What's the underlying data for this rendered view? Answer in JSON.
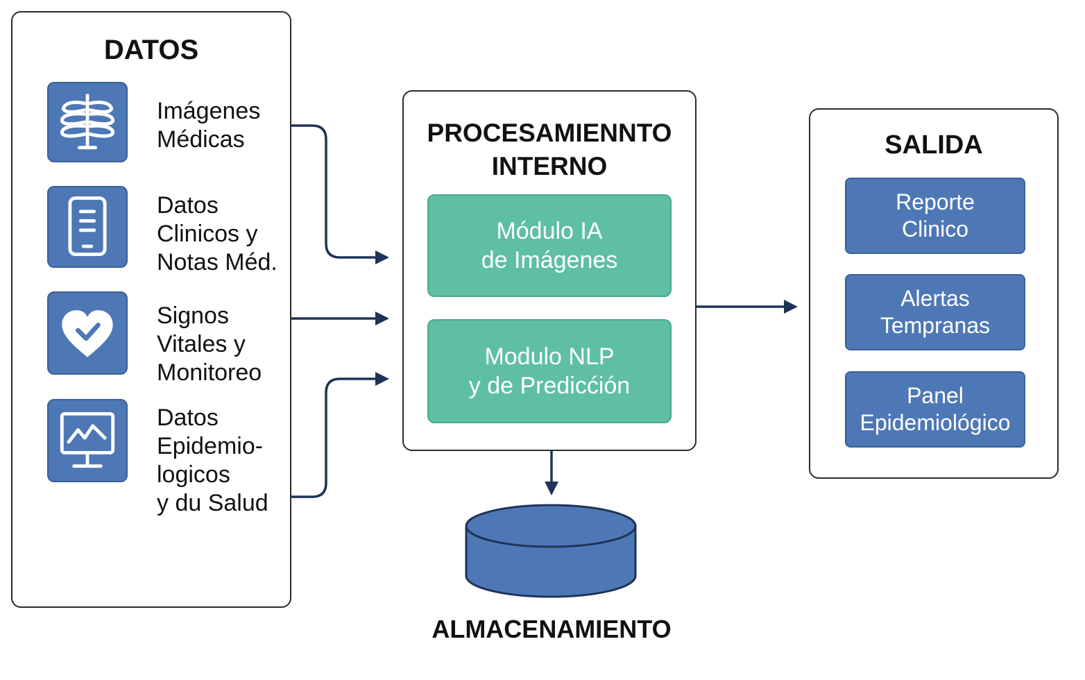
{
  "datos": {
    "title": "DATOS",
    "items": [
      {
        "label": "Imágenes\nMédicas",
        "icon": "ribcage-icon"
      },
      {
        "label": "Datos\nClinicos y\nNotas Méd.",
        "icon": "tablet-icon"
      },
      {
        "label": "Signos\nVitales y\nMonitoreo",
        "icon": "heart-icon"
      },
      {
        "label": "Datos\nEpidemio-\nlogicos\ny du Salud",
        "icon": "monitor-chart-icon"
      }
    ]
  },
  "procesamiento": {
    "title": "PROCESAMIENNTO\nINTERNO",
    "modules": [
      {
        "label": "Módulo IA\nde Imágenes"
      },
      {
        "label": "Modulo NLP\ny de Predicćión"
      }
    ]
  },
  "salida": {
    "title": "SALIDA",
    "items": [
      {
        "label": "Reporte\nClinico"
      },
      {
        "label": "Alertas\nTempranas"
      },
      {
        "label": "Panel\nEpidemiológico"
      }
    ]
  },
  "almacenamiento": {
    "label": "ALMACENAMIENTO",
    "icon": "database-cylinder-icon"
  },
  "colors": {
    "icon_blue": "#4e78b5",
    "module_green": "#5fbfa5",
    "arrow_navy": "#1f3358",
    "border": "#2b2b2b"
  }
}
